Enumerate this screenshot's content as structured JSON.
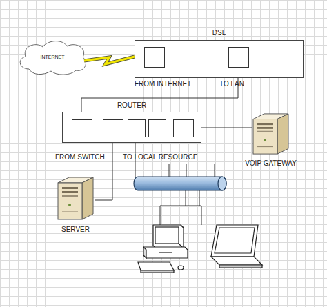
{
  "diagram": {
    "nodes": [
      {
        "text": [
          "INTERNET"
        ]
      },
      {
        "text": [
          "DSL"
        ]
      },
      {
        "text": [
          "ROUTER"
        ]
      },
      {
        "text": [
          "VOIP GATEWAY"
        ]
      },
      {
        "text": [
          "SERVER"
        ]
      }
    ],
    "edges": [
      {
        "from": 0,
        "to": 1,
        "arrow": "none"
      },
      {
        "from": 1,
        "to": 2,
        "arrow": "none"
      },
      {
        "from": 2,
        "to": 4,
        "arrow": "none"
      },
      {
        "from": 2,
        "to": 3,
        "arrow": "none"
      }
    ],
    "labels": [
      "FROM INTERNET",
      "TO LAN",
      "FROM SWITCH",
      "TO LOCAL RESOURCE"
    ]
  }
}
